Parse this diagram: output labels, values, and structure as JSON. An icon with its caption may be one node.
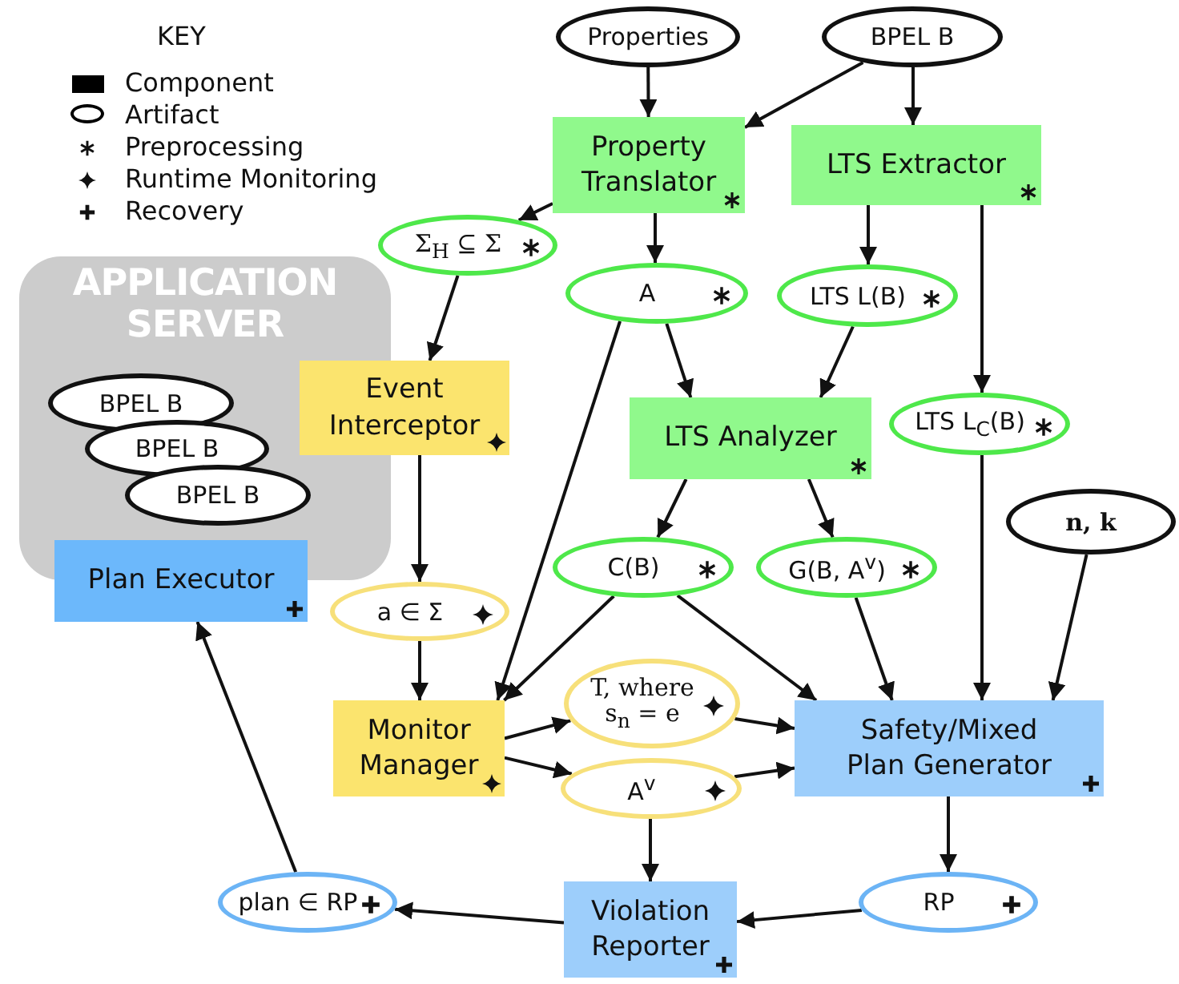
{
  "diagram": {
    "nodes": [
      {
        "text": [
          "Properties"
        ]
      },
      {
        "text": [
          "BPEL B"
        ]
      },
      {
        "text": [
          "Property Translator"
        ]
      },
      {
        "text": [
          "LTS Extractor"
        ]
      },
      {
        "text": [
          "Σ$_{H}$ ⊆ Σ"
        ]
      },
      {
        "text": [
          "A"
        ]
      },
      {
        "text": [
          "LTS L(B)"
        ]
      },
      {
        "text": [
          "APPLICATION SERVER"
        ]
      },
      {
        "text": [
          "BPEL B"
        ],
        "in": 7
      },
      {
        "text": [
          "BPEL B"
        ],
        "in": 7
      },
      {
        "text": [
          "BPEL B"
        ],
        "in": 7
      },
      {
        "text": [
          "Plan Executor"
        ]
      },
      {
        "text": [
          "Event Interceptor"
        ]
      },
      {
        "text": [
          "LTS Analyzer"
        ]
      },
      {
        "text": [
          "LTS L$_{C}$(B)"
        ]
      },
      {
        "text": [
          "n, k"
        ]
      },
      {
        "text": [
          "C(B)"
        ]
      },
      {
        "text": [
          "G(B, A$^{v}$)"
        ]
      },
      {
        "text": [
          "a ∈ Σ"
        ]
      },
      {
        "text": [
          "Monitor Manager"
        ]
      },
      {
        "text": [
          "T, where s$_{n}$ = e"
        ]
      },
      {
        "text": [
          "A$^{v}$"
        ]
      },
      {
        "text": [
          "Safety/Mixed Plan Generator"
        ]
      },
      {
        "text": [
          "plan ∈ RP"
        ]
      },
      {
        "text": [
          "Violation Reporter"
        ]
      },
      {
        "text": [
          "RP"
        ]
      }
    ],
    "edges": [
      {
        "from": 0,
        "to": 2,
        "arrow": "to"
      },
      {
        "from": 1,
        "to": 2,
        "arrow": "to"
      },
      {
        "from": 1,
        "to": 3,
        "arrow": "to"
      },
      {
        "from": 2,
        "to": 4,
        "arrow": "to"
      },
      {
        "from": 2,
        "to": 5,
        "arrow": "to"
      },
      {
        "from": 3,
        "to": 6,
        "arrow": "to"
      },
      {
        "from": 3,
        "to": 14,
        "arrow": "to"
      },
      {
        "from": 4,
        "to": 12,
        "arrow": "to"
      },
      {
        "from": 5,
        "to": 13,
        "arrow": "to"
      },
      {
        "from": 6,
        "to": 13,
        "arrow": "to"
      },
      {
        "from": 5,
        "to": 19,
        "arrow": "to"
      },
      {
        "from": 13,
        "to": 16,
        "arrow": "to"
      },
      {
        "from": 13,
        "to": 17,
        "arrow": "to"
      },
      {
        "from": 12,
        "to": 18,
        "arrow": "to"
      },
      {
        "from": 18,
        "to": 19,
        "arrow": "to"
      },
      {
        "from": 16,
        "to": 19,
        "arrow": "to"
      },
      {
        "from": 16,
        "to": 22,
        "arrow": "to"
      },
      {
        "from": 17,
        "to": 22,
        "arrow": "to"
      },
      {
        "from": 14,
        "to": 22,
        "arrow": "to"
      },
      {
        "from": 15,
        "to": 22,
        "arrow": "to"
      },
      {
        "from": 19,
        "to": 20,
        "arrow": "to"
      },
      {
        "from": 19,
        "to": 21,
        "arrow": "to"
      },
      {
        "from": 20,
        "to": 22,
        "arrow": "to"
      },
      {
        "from": 21,
        "to": 22,
        "arrow": "to"
      },
      {
        "from": 21,
        "to": 24,
        "arrow": "to"
      },
      {
        "from": 22,
        "to": 25,
        "arrow": "to"
      },
      {
        "from": 25,
        "to": 24,
        "arrow": "to"
      },
      {
        "from": 24,
        "to": 23,
        "arrow": "to"
      },
      {
        "from": 23,
        "to": 11,
        "arrow": "to"
      }
    ],
    "labels": [
      "KEY"
    ],
    "legend": [
      {
        "text": "Component"
      },
      {
        "text": "Artifact"
      },
      {
        "text": "Preprocessing"
      },
      {
        "text": "Runtime Monitoring"
      },
      {
        "text": "Recovery"
      }
    ]
  }
}
